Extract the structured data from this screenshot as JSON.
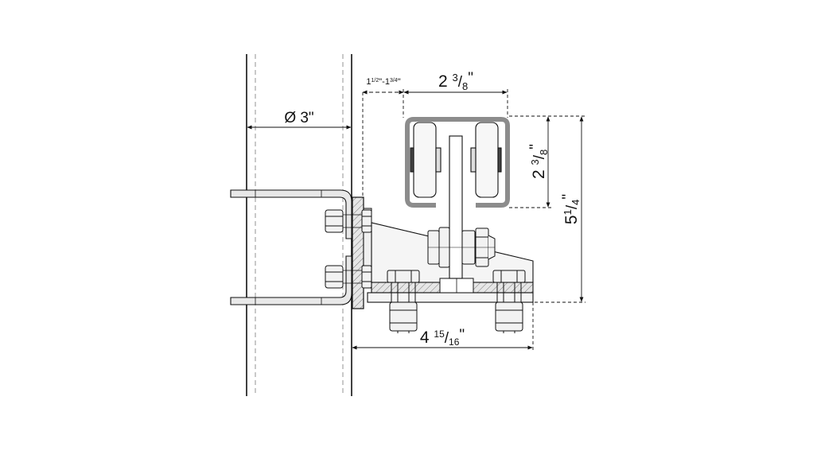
{
  "dimensions": {
    "pipe_diameter": "Ø 3\"",
    "offset_range": {
      "whole1": "1",
      "frac1": "1/2",
      "sep": "\"-",
      "whole2": "1",
      "frac2": "3/4",
      "suffix": "\""
    },
    "track_width": {
      "whole": "2",
      "num": "3",
      "den": "8",
      "suffix": "\""
    },
    "track_height": {
      "whole": "2",
      "num": "3",
      "den": "8",
      "suffix": "\""
    },
    "overall_height": {
      "whole": "5",
      "num": "1",
      "den": "4",
      "suffix": "\""
    },
    "overall_depth": {
      "whole": "4",
      "num": "15",
      "den": "16",
      "suffix": "\""
    }
  }
}
